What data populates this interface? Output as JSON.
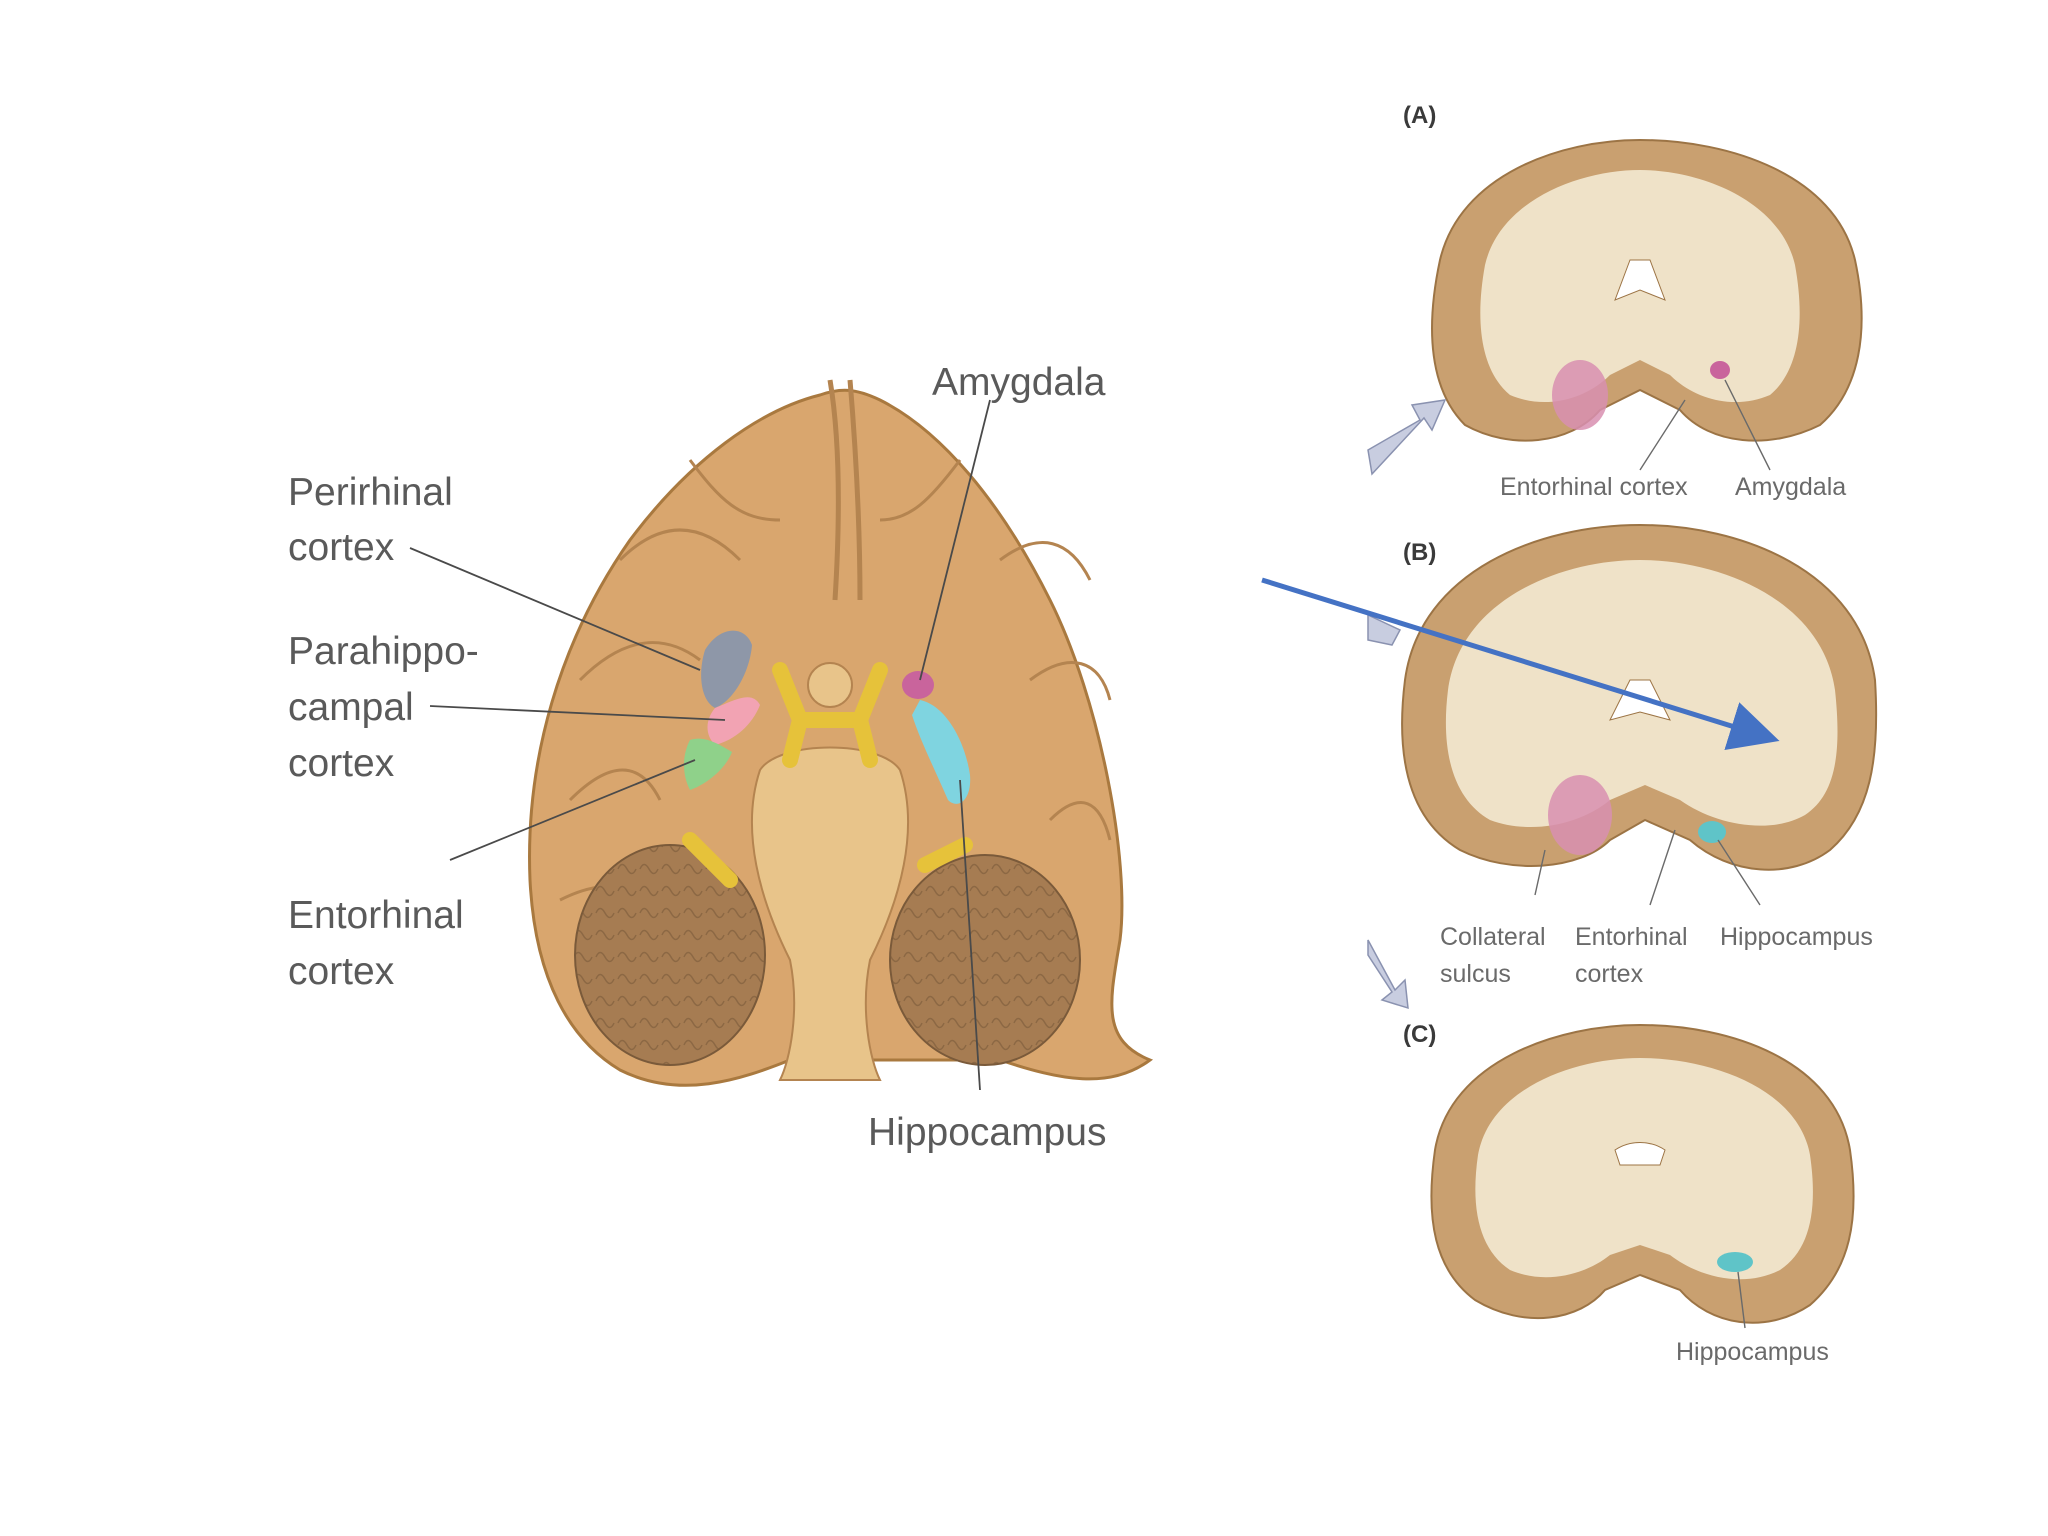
{
  "ventral_view": {
    "labels": {
      "perirhinal": [
        "Perirhinal",
        "cortex"
      ],
      "parahippocampal": [
        "Parahippo-",
        "campal",
        "cortex"
      ],
      "entorhinal": [
        "Entorhinal",
        "cortex"
      ],
      "amygdala": "Amygdala",
      "hippocampus": "Hippocampus"
    }
  },
  "coronal_sections": [
    {
      "panel": "(A)",
      "labels": [
        "Entorhinal cortex",
        "Amygdala"
      ]
    },
    {
      "panel": "(B)",
      "labels": [
        [
          "Collateral",
          "sulcus"
        ],
        [
          "Entorhinal",
          "cortex"
        ],
        "Hippocampus"
      ]
    },
    {
      "panel": "(C)",
      "labels": [
        "Hippocampus"
      ]
    }
  ],
  "colors": {
    "brain_tan": "#d9a66e",
    "brainstem_tan": "#e8c48a",
    "cerebellum_brown": "#a67c52",
    "optic_yellow": "#e6c23a",
    "perirhinal_gray": "#8e97a8",
    "parahippocampal_pink": "#f2a3b3",
    "entorhinal_green": "#8fd18a",
    "amygdala_magenta": "#c9649c",
    "hippocampus_cyan": "#7fd4e0",
    "white_matter": "#efe2c8",
    "cortex_section": "#c9a070",
    "annotation_arrow": "#4472c4"
  }
}
